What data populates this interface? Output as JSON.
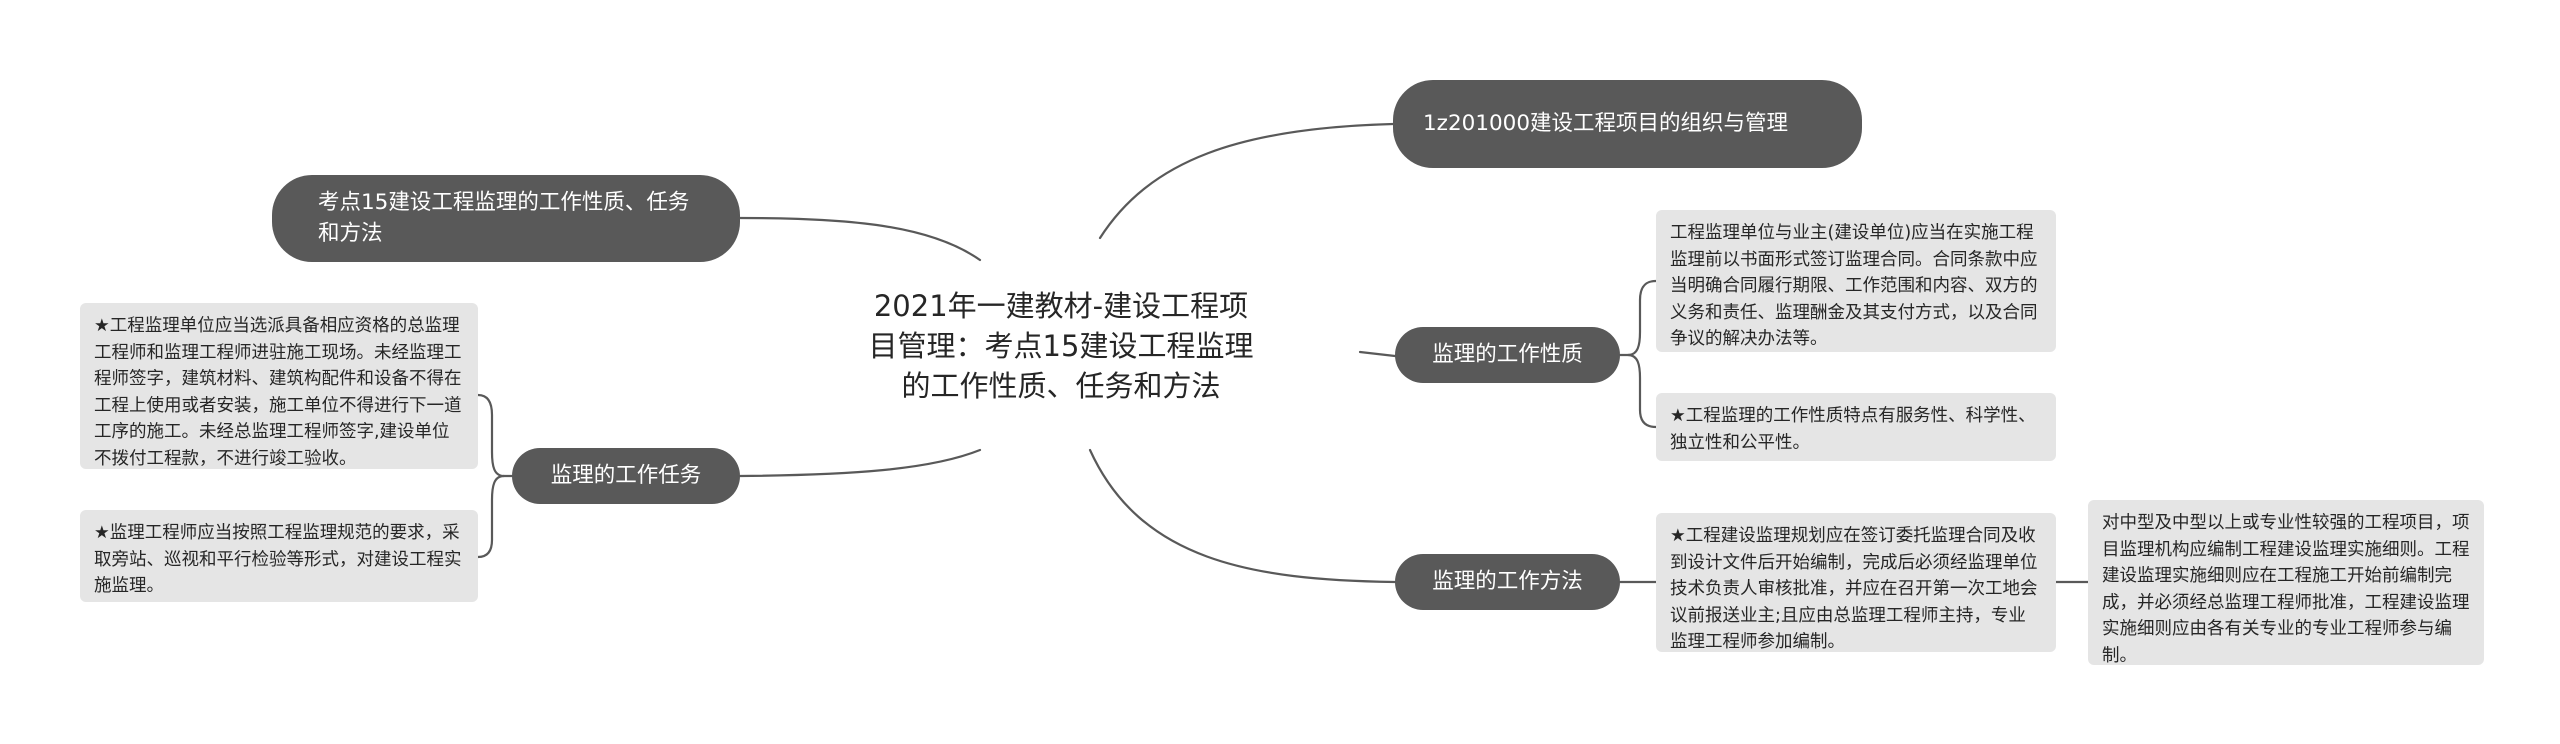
{
  "mindmap": {
    "root": "2021年一建教材-建设工程项目管理：考点15建设工程监理的工作性质、任务和方法",
    "branch_top_left": "考点15建设工程监理的工作性质、任务和方法",
    "branch_top_right": "1z201000建设工程项目的组织与管理",
    "branch_nature": {
      "label": "监理的工作性质",
      "notes": [
        "工程监理单位与业主(建设单位)应当在实施工程监理前以书面形式签订监理合同。合同条款中应当明确合同履行期限、工作范围和内容、双方的义务和责任、监理酬金及其支付方式，以及合同争议的解决办法等。",
        "★工程监理的工作性质特点有服务性、科学性、独立性和公平性。"
      ]
    },
    "branch_method": {
      "label": "监理的工作方法",
      "note": "★工程建设监理规划应在签订委托监理合同及收到设计文件后开始编制，完成后必须经监理单位技术负责人审核批准，并应在召开第一次工地会议前报送业主;且应由总监理工程师主持，专业监理工程师参加编制。",
      "sub_note": "对中型及中型以上或专业性较强的工程项目，项目监理机构应编制工程建设监理实施细则。工程建设监理实施细则应在工程施工开始前编制完成，并必须经总监理工程师批准，工程建设监理实施细则应由各有关专业的专业工程师参与编制。"
    },
    "branch_tasks": {
      "label": "监理的工作任务",
      "notes": [
        "★工程监理单位应当选派具备相应资格的总监理工程师和监理工程师进驻施工现场。未经监理工程师签字，建筑材料、建筑构配件和设备不得在工程上使用或者安装，施工单位不得进行下一道工序的施工。未经总监理工程师签字,建设单位不拨付工程款，不进行竣工验收。",
        "★监理工程师应当按照工程监理规范的要求，采取旁站、巡视和平行检验等形式，对建设工程实施监理。"
      ]
    },
    "colors": {
      "branch_fill": "#595959",
      "branch_text": "#ffffff",
      "note_fill": "#e5e5e5",
      "line": "#595959"
    }
  }
}
